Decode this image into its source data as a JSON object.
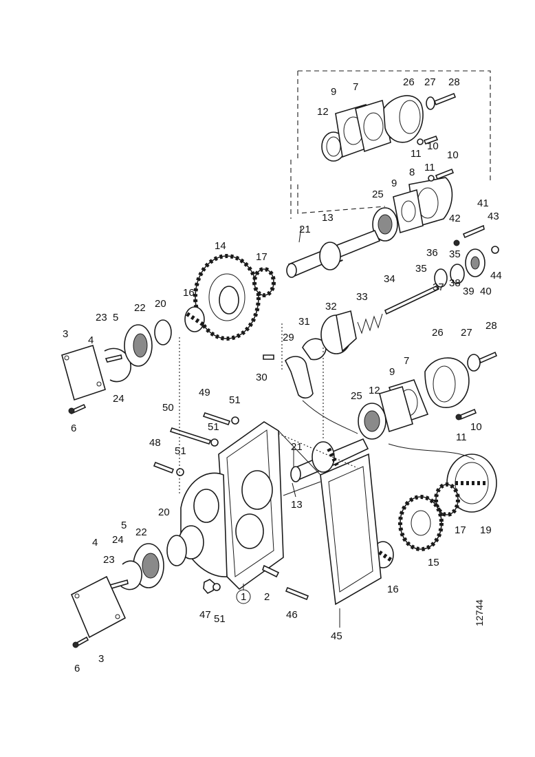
{
  "drawing_number": "12744",
  "callouts": {
    "c1": "9",
    "c2": "7",
    "c3": "26",
    "c4": "27",
    "c5": "28",
    "c6": "12",
    "c7": "11",
    "c8": "10",
    "c9": "10",
    "c10": "11",
    "c11": "8",
    "c12": "9",
    "c13": "25",
    "c14": "41",
    "c15": "43",
    "c16": "42",
    "c17": "21",
    "c18": "13",
    "c19": "14",
    "c20": "17",
    "c21": "36",
    "c22": "35",
    "c23": "35",
    "c24": "44",
    "c25": "34",
    "c26": "37",
    "c27": "38",
    "c28": "39",
    "c29": "40",
    "c30": "16",
    "c31": "22",
    "c32": "20",
    "c33": "23",
    "c34": "5",
    "c35": "3",
    "c36": "4",
    "c37": "24",
    "c38": "6",
    "c39": "33",
    "c40": "32",
    "c41": "31",
    "c42": "29",
    "c43": "30",
    "c44": "26",
    "c45": "27",
    "c46": "28",
    "c47": "25",
    "c48": "12",
    "c49": "9",
    "c50": "7",
    "c51": "10",
    "c52": "11",
    "c53": "49",
    "c54": "51",
    "c55": "50",
    "c56": "51",
    "c57": "21",
    "c58": "48",
    "c59": "51",
    "c60": "13",
    "c61": "19",
    "c62": "17",
    "c63": "15",
    "c64": "20",
    "c65": "5",
    "c66": "22",
    "c67": "24",
    "c68": "23",
    "c69": "4",
    "c70": "16",
    "c71": "2",
    "c72": "46",
    "c73": "47",
    "c74": "51",
    "c75": "1",
    "c76": "45",
    "c77": "6",
    "c78": "3"
  }
}
